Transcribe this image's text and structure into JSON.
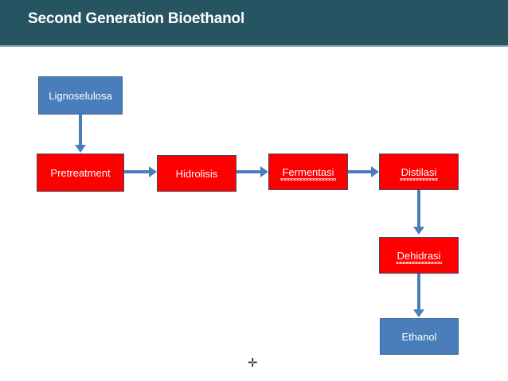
{
  "header": {
    "title": "Second Generation Bioethanol",
    "background_color": "#265462",
    "title_color": "#ffffff",
    "underline_color": "#8fb4c0"
  },
  "diagram": {
    "type": "flowchart",
    "colors": {
      "blue_fill": "#4a7ebb",
      "blue_border": "#3c6294",
      "red_fill": "#fe0000",
      "red_border": "#404b68",
      "connector": "#4a7ebb",
      "node_text": "#ffffff",
      "spellcheck_squiggle": "#ffd9d9"
    },
    "nodes": [
      {
        "id": "lignoselulosa",
        "label": "Lignoselulosa",
        "style": "blue",
        "misspelled": false
      },
      {
        "id": "pretreatment",
        "label": "Pretreatment",
        "style": "red",
        "misspelled": false
      },
      {
        "id": "hidrolisis",
        "label": "Hidrolisis",
        "style": "red",
        "misspelled": false
      },
      {
        "id": "fermentasi",
        "label": "Fermentasi",
        "style": "red",
        "misspelled": true
      },
      {
        "id": "distilasi",
        "label": "Distilasi",
        "style": "red",
        "misspelled": true
      },
      {
        "id": "dehidrasi",
        "label": "Dehidrasi",
        "style": "red",
        "misspelled": true
      },
      {
        "id": "ethanol",
        "label": "Ethanol",
        "style": "blue",
        "misspelled": false
      }
    ],
    "edges": [
      {
        "from": "lignoselulosa",
        "to": "pretreatment",
        "direction": "down"
      },
      {
        "from": "pretreatment",
        "to": "hidrolisis",
        "direction": "right"
      },
      {
        "from": "hidrolisis",
        "to": "fermentasi",
        "direction": "right"
      },
      {
        "from": "fermentasi",
        "to": "distilasi",
        "direction": "right"
      },
      {
        "from": "distilasi",
        "to": "dehidrasi",
        "direction": "down"
      },
      {
        "from": "dehidrasi",
        "to": "ethanol",
        "direction": "down"
      }
    ]
  },
  "cursor": {
    "glyph": "✛"
  }
}
